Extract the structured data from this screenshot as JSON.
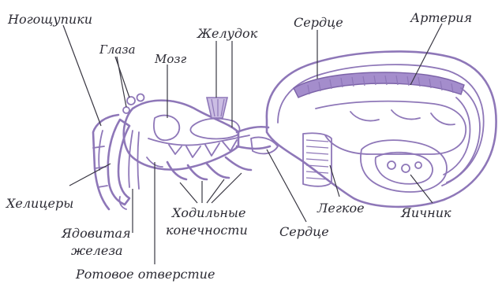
{
  "labels": {
    "pedipalps": "Ногощупики",
    "eyes": "Глаза",
    "brain": "Мозг",
    "stomach": "Желудок",
    "heart_top": "Сердце",
    "artery": "Артерия",
    "chelicerae": "Хелицеры",
    "walking_legs_line1": "Ходильные",
    "walking_legs_line2": "конечности",
    "lung": "Легкое",
    "ovary": "Яичник",
    "poison_gland_line1": "Ядовитая",
    "poison_gland_line2": "железа",
    "heart_bottom": "Сердце",
    "mouth": "Ротовое отверстие"
  },
  "colors": {
    "organ_outline": "#8e77b8",
    "heart_fill": "#a48dcc",
    "stomach_fill": "#cbbde3",
    "text": "#2b2a33"
  }
}
